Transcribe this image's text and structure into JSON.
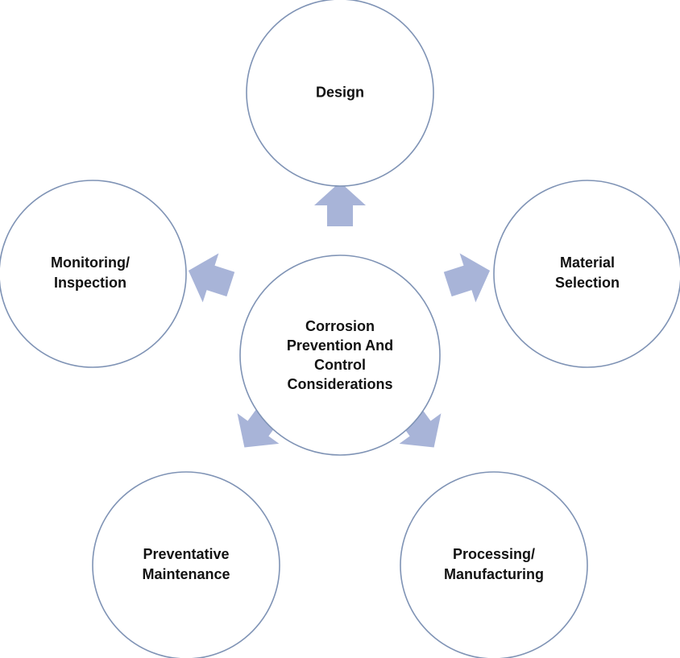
{
  "colors": {
    "circle_stroke": "#7f93b5",
    "arrow_fill": "#a8b4d8",
    "text": "#111111",
    "background": "#ffffff"
  },
  "center": {
    "lines": [
      "Corrosion",
      "Prevention And",
      "Control",
      "Considerations"
    ]
  },
  "nodes": {
    "design": {
      "lines": [
        "Design"
      ]
    },
    "material_selection": {
      "lines": [
        "Material",
        "Selection"
      ]
    },
    "processing_manufacturing": {
      "lines": [
        "Processing/",
        "Manufacturing"
      ]
    },
    "preventative_maintenance": {
      "lines": [
        "Preventative",
        "Maintenance"
      ]
    },
    "monitoring_inspection": {
      "lines": [
        "Monitoring/",
        "Inspection"
      ]
    }
  }
}
